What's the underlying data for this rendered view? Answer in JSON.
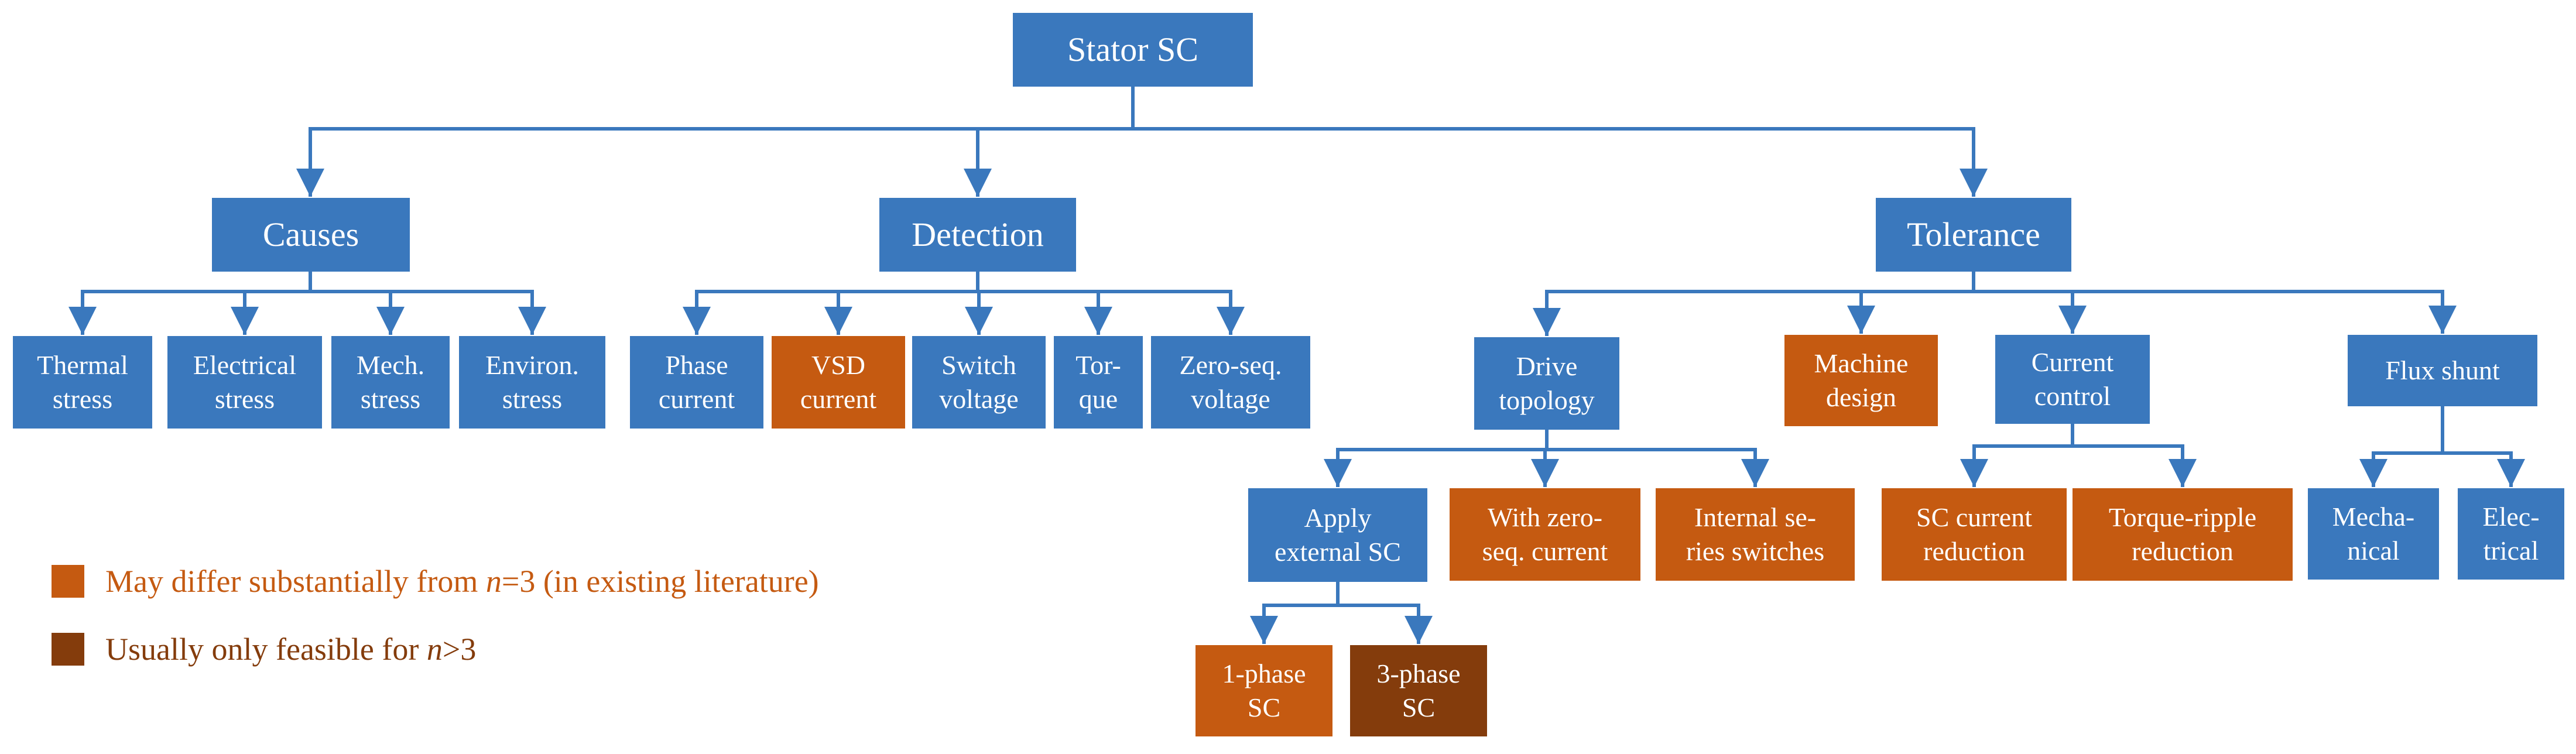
{
  "colors": {
    "primary": "#3a78bd",
    "differs": "#c55a11",
    "feasible": "#843c0c",
    "connector": "#3a78bd"
  },
  "nodes": {
    "stator_sc": "Stator SC",
    "causes": "Causes",
    "detection": "Detection",
    "tolerance": "Tolerance",
    "thermal_stress": "Thermal\nstress",
    "electrical_stress": "Electrical\nstress",
    "mech_stress": "Mech.\nstress",
    "environ_stress": "Environ.\nstress",
    "phase_current": "Phase\ncurrent",
    "vsd_current": "VSD\ncurrent",
    "switch_voltage": "Switch\nvoltage",
    "torque": "Tor-\nque",
    "zero_seq_voltage": "Zero-seq.\nvoltage",
    "drive_topology": "Drive\ntopology",
    "machine_design": "Machine\ndesign",
    "current_control": "Current\ncontrol",
    "flux_shunt": "Flux shunt",
    "apply_external_sc": "Apply\nexternal SC",
    "with_zero_seq_current": "With zero-\nseq. current",
    "internal_series_switches": "Internal se-\nries switches",
    "sc_current_reduction": "SC current\nreduction",
    "torque_ripple_reduction": "Torque-ripple\nreduction",
    "mechanical": "Mecha-\nnical",
    "electrical": "Elec-\ntrical",
    "one_phase_sc": "1-phase\nSC",
    "three_phase_sc": "3-phase\nSC"
  },
  "legend": {
    "differs": {
      "text_before": "May differ substantially from ",
      "var": "n",
      "text_after": "=3 (in existing literature)"
    },
    "feasible": {
      "text_before": "Usually only feasible for ",
      "var": "n",
      "text_after": ">3"
    }
  }
}
